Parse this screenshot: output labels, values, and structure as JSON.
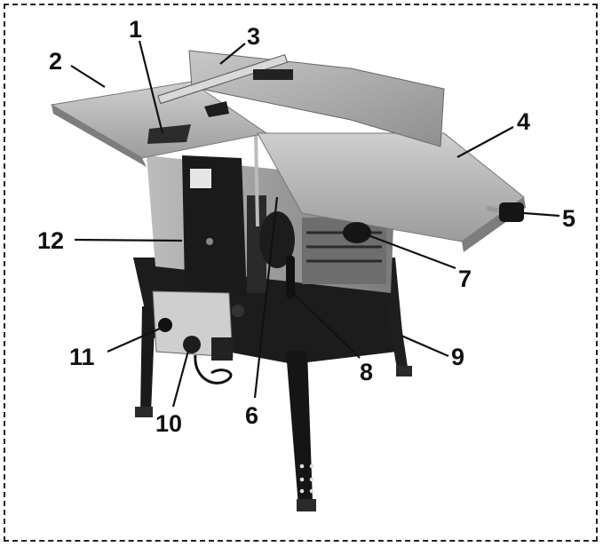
{
  "diagram": {
    "frame_style": "dashed",
    "callouts": [
      {
        "id": "1",
        "label": "1"
      },
      {
        "id": "2",
        "label": "2"
      },
      {
        "id": "3",
        "label": "3"
      },
      {
        "id": "4",
        "label": "4"
      },
      {
        "id": "5",
        "label": "5"
      },
      {
        "id": "6",
        "label": "6"
      },
      {
        "id": "7",
        "label": "7"
      },
      {
        "id": "8",
        "label": "8"
      },
      {
        "id": "9",
        "label": "9"
      },
      {
        "id": "10",
        "label": "10"
      },
      {
        "id": "11",
        "label": "11"
      },
      {
        "id": "12",
        "label": "12"
      }
    ]
  }
}
